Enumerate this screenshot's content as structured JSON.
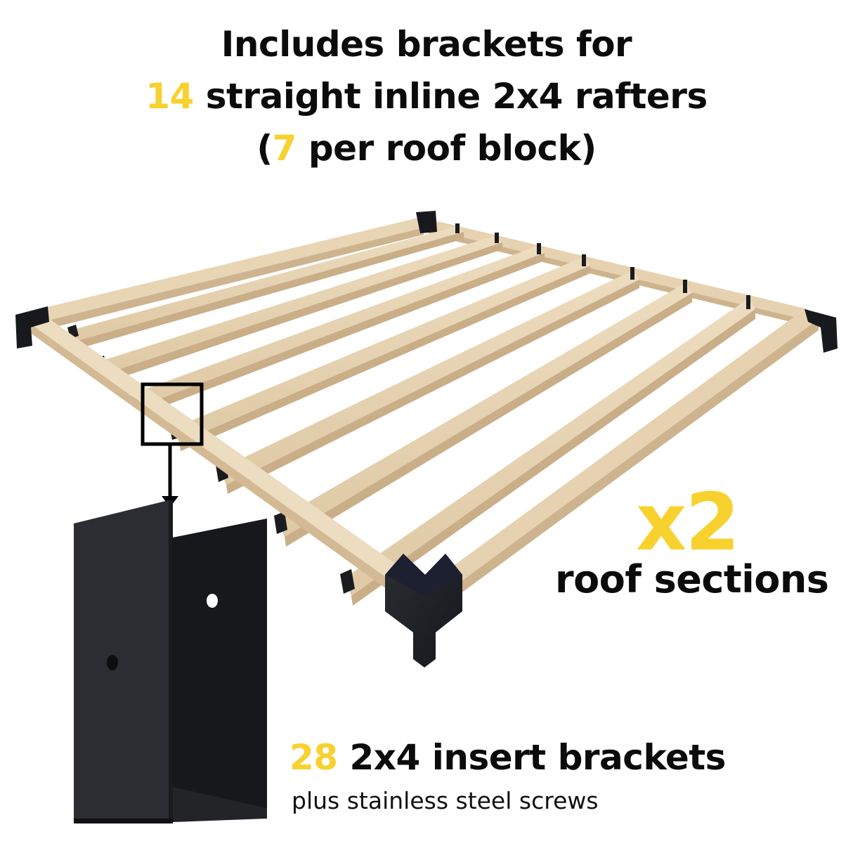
{
  "headline": {
    "line1": "Includes brackets for",
    "line2_accent": "14",
    "line2_text": " straight inline 2x4 rafters",
    "line3_open": "(",
    "line3_accent": "7",
    "line3_text": " per roof block)"
  },
  "multiplier": {
    "value": "x2",
    "label": "roof sections"
  },
  "bracket_callout": {
    "count": "28",
    "title": " 2x4 insert brackets",
    "subtitle": "plus stainless steel screws"
  },
  "colors": {
    "accent": "#f7d12e",
    "text": "#0b0b0b",
    "wood": "#e6d3b3",
    "wood_shade": "#cdb48f",
    "bracket": "#1c1f24"
  },
  "illustration": {
    "rafter_count": 7,
    "corner_brackets": 4
  }
}
